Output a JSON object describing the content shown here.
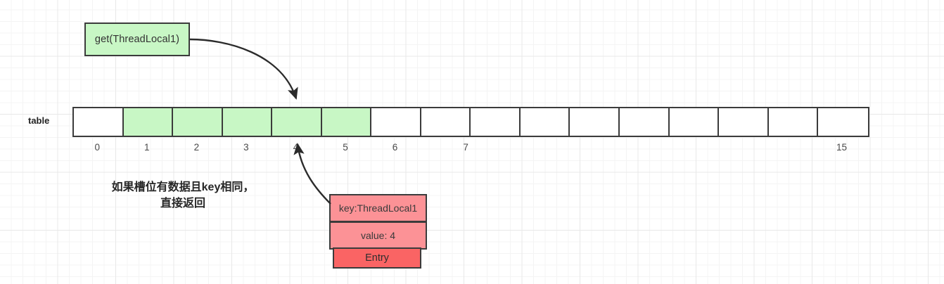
{
  "diagram": {
    "title_note_lines": [
      "如果槽位有数据且key相同，",
      "直接返回"
    ],
    "command_box": {
      "label": "get(ThreadLocal1)",
      "fill": "#c8f7c5",
      "stroke": "#3b3b3b"
    },
    "table": {
      "label": "table",
      "cell_count": 16,
      "filled_indices": [
        1,
        2,
        3,
        4,
        5
      ],
      "fill_color": "#c8f7c5",
      "empty_color": "#ffffff",
      "stroke": "#3b3b3b",
      "visible_index_labels": [
        {
          "index": 0,
          "text": "0"
        },
        {
          "index": 1,
          "text": "1"
        },
        {
          "index": 2,
          "text": "2"
        },
        {
          "index": 3,
          "text": "3"
        },
        {
          "index": 4,
          "text": "4"
        },
        {
          "index": 5,
          "text": "5"
        },
        {
          "index": 6,
          "text": "6"
        },
        {
          "index": 7,
          "text": "7"
        },
        {
          "index": 15,
          "text": "15"
        }
      ]
    },
    "entry": {
      "key_label": "key:ThreadLocal1",
      "value_label": "value: 4",
      "type_label": "Entry",
      "kv_fill": "#fc9296",
      "type_fill": "#fa6464",
      "stroke": "#3b3b3b"
    },
    "arrows": [
      {
        "name": "command-to-slot4",
        "from": "command_box",
        "to": "table_slot_4_top"
      },
      {
        "name": "entry-to-slot4",
        "from": "entry_box",
        "to": "table_slot_4_bottom"
      }
    ],
    "colors": {
      "grid_minor": "#f4f4f4",
      "grid_major": "#e8e8e8",
      "background": "#ffffff",
      "text": "#333333"
    }
  }
}
